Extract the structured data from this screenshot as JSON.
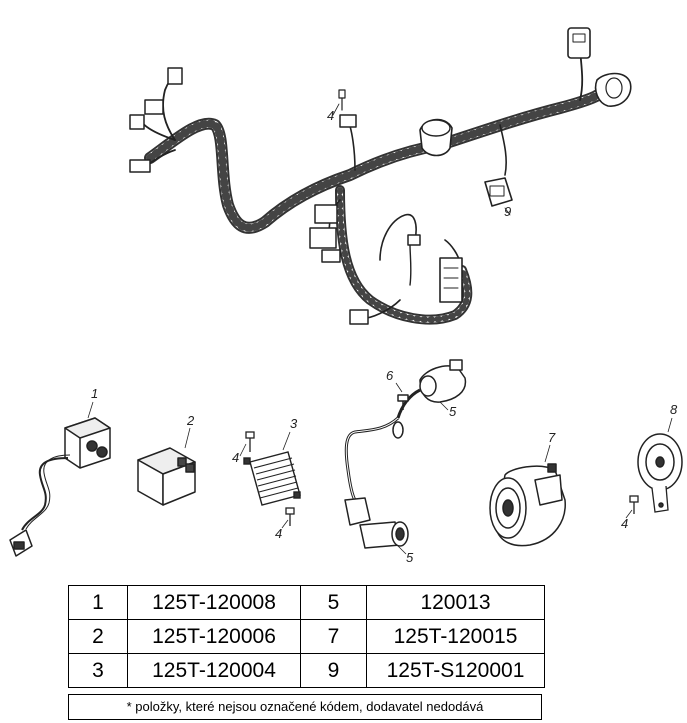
{
  "callouts": {
    "harness_4": "4",
    "harness_9": "9",
    "part_1": "1",
    "part_2": "2",
    "part_3": "3",
    "part_4a": "4",
    "part_4b": "4",
    "part_4c": "4",
    "part_5a": "5",
    "part_5b": "5",
    "part_6": "6",
    "part_7": "7",
    "part_8": "8"
  },
  "table": {
    "rows": [
      {
        "num1": "1",
        "code1": "125T-120008",
        "num2": "5",
        "code2": "120013"
      },
      {
        "num1": "2",
        "code1": "125T-120006",
        "num2": "7",
        "code2": "125T-120015"
      },
      {
        "num1": "3",
        "code1": "125T-120004",
        "num2": "9",
        "code2": "125T-S120001"
      }
    ]
  },
  "footnote": "* položky, které nejsou označené kódem, dodavatel nedodává"
}
